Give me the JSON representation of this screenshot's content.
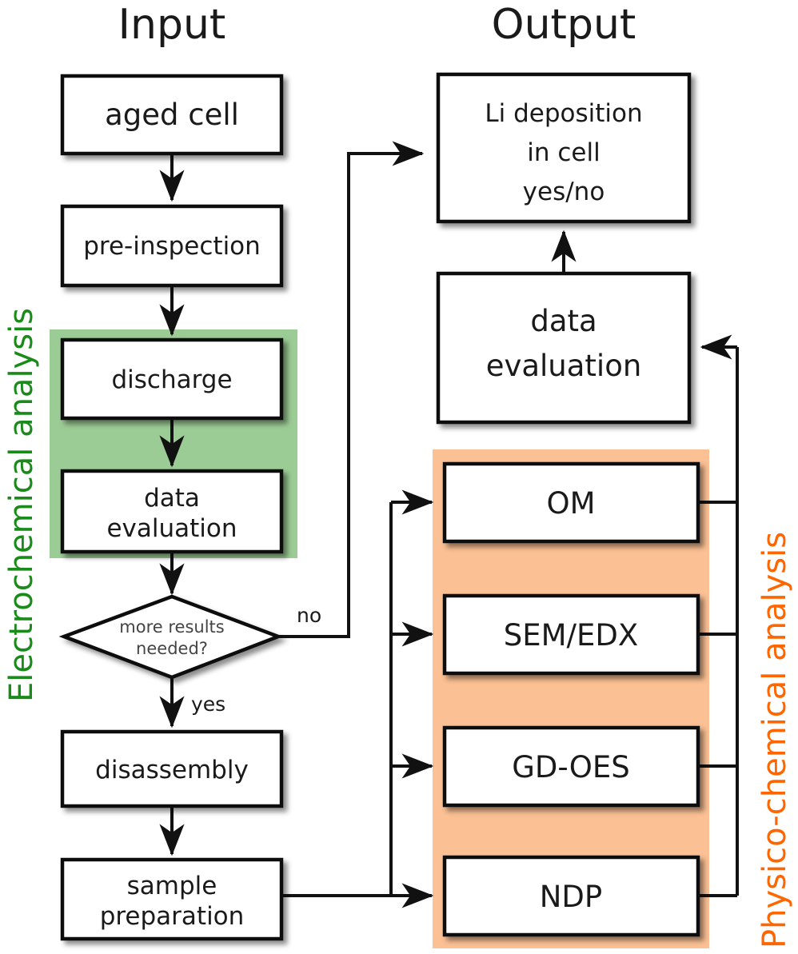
{
  "headers": {
    "input": "Input",
    "output": "Output"
  },
  "side_labels": {
    "left": "Electrochemical analysis",
    "right": "Physico-chemical analysis"
  },
  "colors": {
    "green_panel": "#9ccc95",
    "orange_panel": "#fbc093",
    "green_text": "#1a8a1a",
    "orange_text": "#ff6600",
    "stroke": "#111111",
    "box_fill": "#ffffff"
  },
  "input_column": {
    "nodes": [
      {
        "id": "aged-cell",
        "label": "aged cell",
        "type": "process"
      },
      {
        "id": "pre-inspection",
        "label": "pre-inspection",
        "type": "process"
      },
      {
        "id": "discharge",
        "label": "discharge",
        "type": "process"
      },
      {
        "id": "data-evaluation",
        "label_line1": "data",
        "label_line2": "evaluation",
        "type": "process"
      },
      {
        "id": "more-results",
        "label_line1": "more results",
        "label_line2": "needed?",
        "type": "decision"
      },
      {
        "id": "disassembly",
        "label": "disassembly",
        "type": "process"
      },
      {
        "id": "sample-preparation",
        "label_line1": "sample",
        "label_line2": "preparation",
        "type": "process"
      }
    ]
  },
  "output_column": {
    "nodes": [
      {
        "id": "li-deposition",
        "label_line1": "Li deposition",
        "label_line2": "in cell",
        "label_line3": "yes/no"
      },
      {
        "id": "data-evaluation-out",
        "label_line1": "data",
        "label_line2": "evaluation"
      }
    ]
  },
  "methods_panel": {
    "nodes": [
      {
        "id": "om",
        "label": "OM"
      },
      {
        "id": "sem-edx",
        "label": "SEM/EDX"
      },
      {
        "id": "gd-oes",
        "label": "GD-OES"
      },
      {
        "id": "ndp",
        "label": "NDP"
      }
    ]
  },
  "edge_labels": {
    "no": "no",
    "yes": "yes"
  }
}
